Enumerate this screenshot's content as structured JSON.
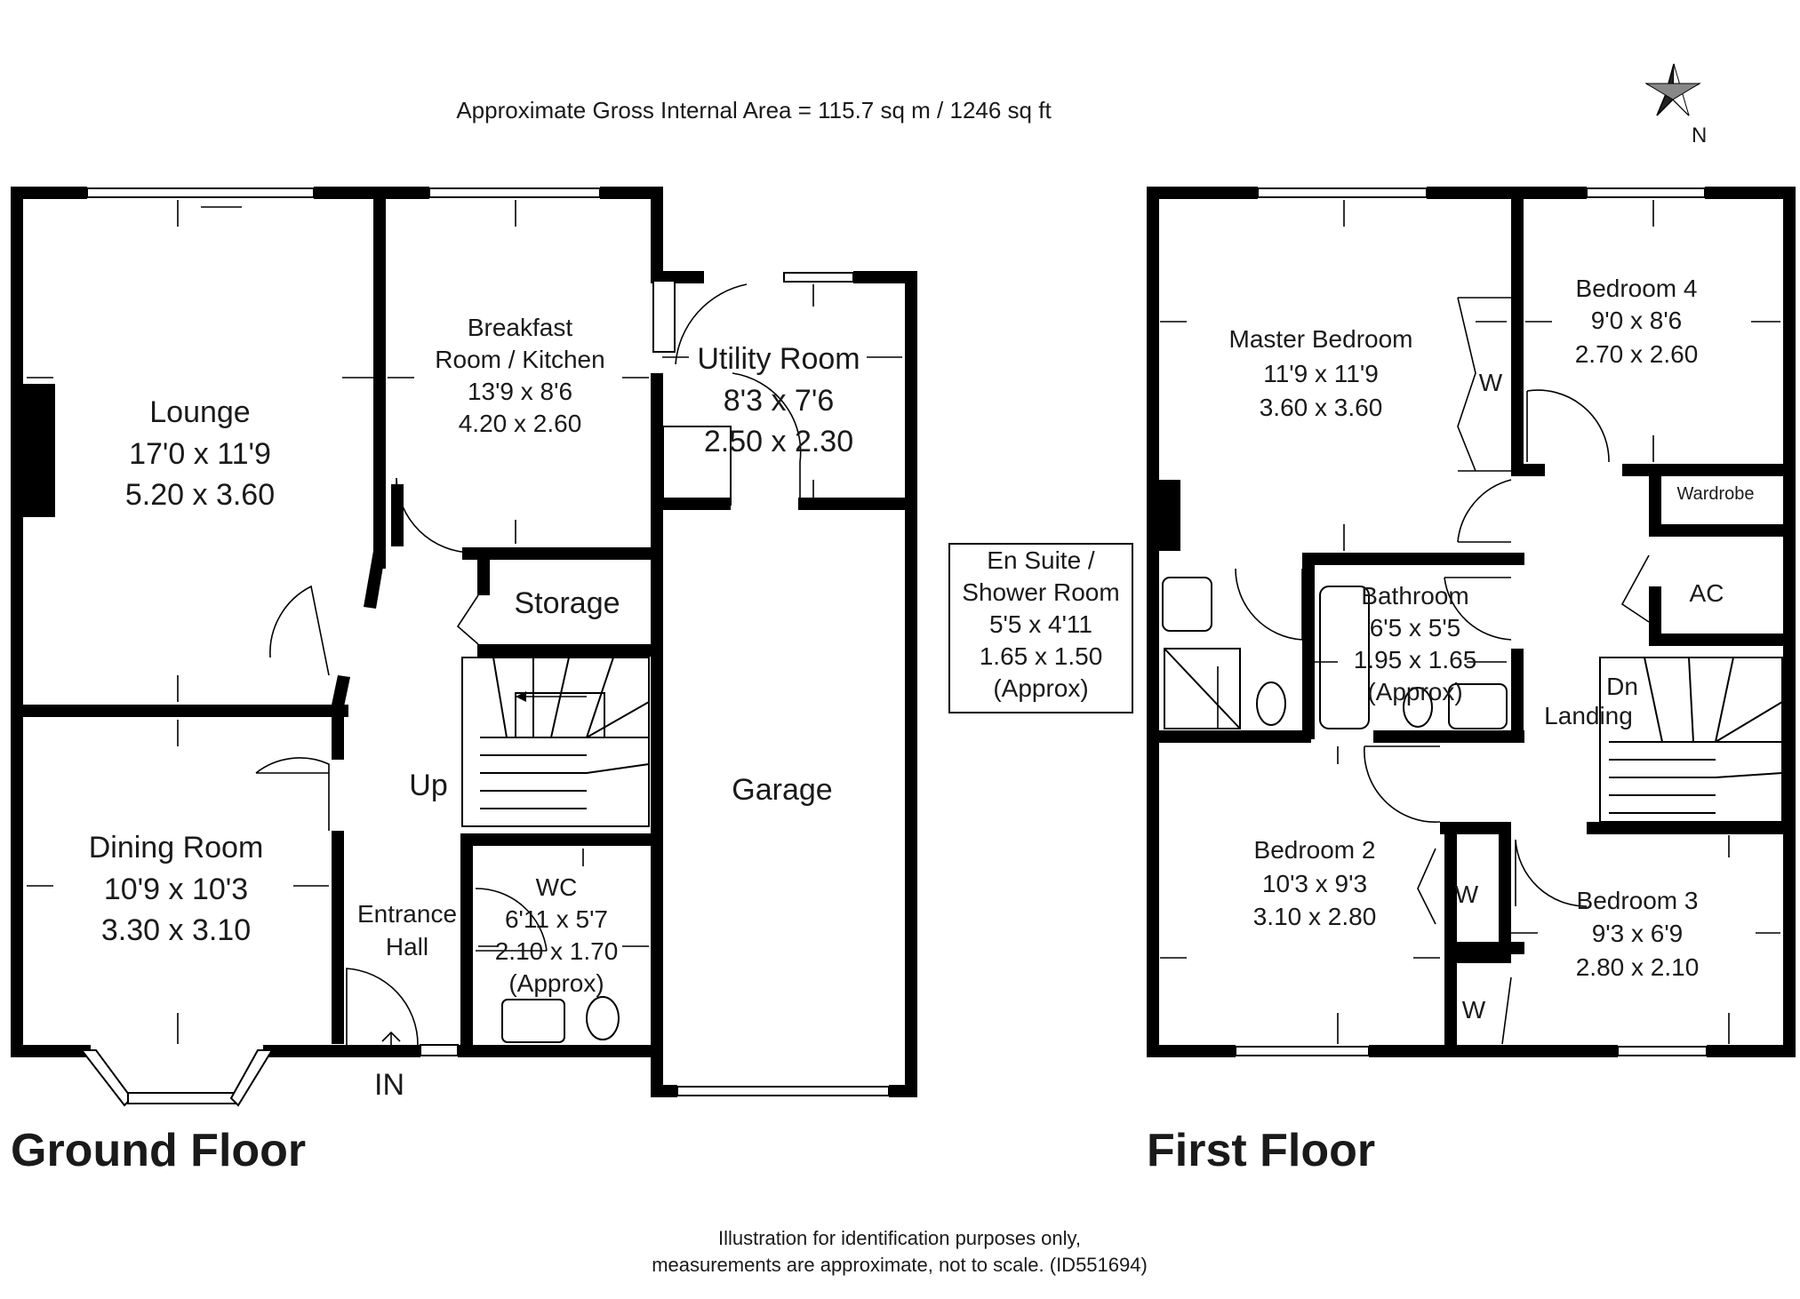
{
  "header": {
    "area_text": "Approximate Gross Internal Area = 115.7 sq m / 1246 sq ft",
    "compass_label": "N"
  },
  "floors": {
    "ground": {
      "title": "Ground Floor",
      "entrance_label": "IN",
      "stairs_label": "Up",
      "rooms": {
        "lounge": {
          "name": "Lounge",
          "imperial": "17'0 x 11'9",
          "metric": "5.20 x 3.60"
        },
        "kitchen": {
          "name_line1": "Breakfast",
          "name_line2": "Room / Kitchen",
          "imperial": "13'9 x 8'6",
          "metric": "4.20 x 2.60"
        },
        "utility": {
          "name": "Utility Room",
          "imperial": "8'3 x 7'6",
          "metric": "2.50 x 2.30"
        },
        "storage": {
          "name": "Storage"
        },
        "garage": {
          "name": "Garage"
        },
        "dining": {
          "name": "Dining Room",
          "imperial": "10'9 x 10'3",
          "metric": "3.30 x 3.10"
        },
        "hall": {
          "name_line1": "Entrance",
          "name_line2": "Hall"
        },
        "wc": {
          "name": "WC",
          "imperial": "6'11 x 5'7",
          "metric": "2.10 x 1.70",
          "note": "(Approx)"
        }
      }
    },
    "first": {
      "title": "First Floor",
      "stairs_label": "Dn",
      "rooms": {
        "master": {
          "name": "Master Bedroom",
          "imperial": "11'9 x 11'9",
          "metric": "3.60 x 3.60",
          "wardrobe": "W"
        },
        "bedroom4": {
          "name": "Bedroom 4",
          "imperial": "9'0 x 8'6",
          "metric": "2.70 x 2.60"
        },
        "wardrobe": {
          "name": "Wardrobe"
        },
        "ac": {
          "name": "AC"
        },
        "ensuite": {
          "name_line1": "En Suite /",
          "name_line2": "Shower Room",
          "imperial": "5'5 x 4'11",
          "metric": "1.65 x 1.50",
          "note": "(Approx)"
        },
        "bathroom": {
          "name": "Bathroom",
          "imperial": "6'5 x 5'5",
          "metric": "1.95 x 1.65",
          "note": "(Approx)"
        },
        "landing": {
          "name": "Landing"
        },
        "bedroom2": {
          "name": "Bedroom 2",
          "imperial": "10'3 x 9'3",
          "metric": "3.10 x 2.80",
          "wardrobe": "W"
        },
        "bedroom3": {
          "name": "Bedroom 3",
          "imperial": "9'3 x 6'9",
          "metric": "2.80 x 2.10",
          "wardrobe": "W"
        }
      }
    }
  },
  "footer": {
    "line1": "Illustration for identification purposes only,",
    "line2": "measurements are approximate, not to scale. (ID551694)"
  }
}
